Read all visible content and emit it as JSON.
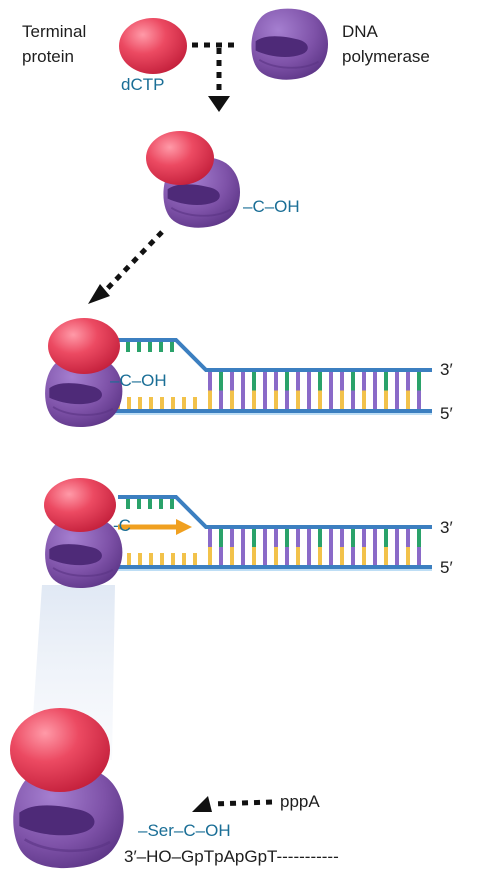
{
  "labels": {
    "terminal_protein_line1": "Terminal",
    "terminal_protein_line2": "protein",
    "dctp": "dCTP",
    "dna_polymerase_line1": "DNA",
    "dna_polymerase_line2": "polymerase",
    "c_oh": "–C–OH",
    "c_oh_strand": "–C–OH",
    "c_only": "-C",
    "three_prime_a": "3′",
    "five_prime_a": "5′",
    "three_prime_b": "3′",
    "five_prime_b": "5′",
    "pppa": "pppA",
    "ser_c_oh": "–Ser–C–OH",
    "sequence": "3′–HO–GpTpApGpT-----------"
  },
  "colors": {
    "protein_red": "#e8445c",
    "polymerase_purple": "#7e52a8",
    "polymerase_dark": "#4e2a78",
    "strand_blue": "#3c7fc0",
    "base_green": "#2aa26a",
    "base_purple": "#8a6ac8",
    "base_yellow": "#f2c24a",
    "base_lightblue": "#7cb8e8",
    "arrow_orange": "#f0a020",
    "label_blue": "#1a6e96"
  }
}
